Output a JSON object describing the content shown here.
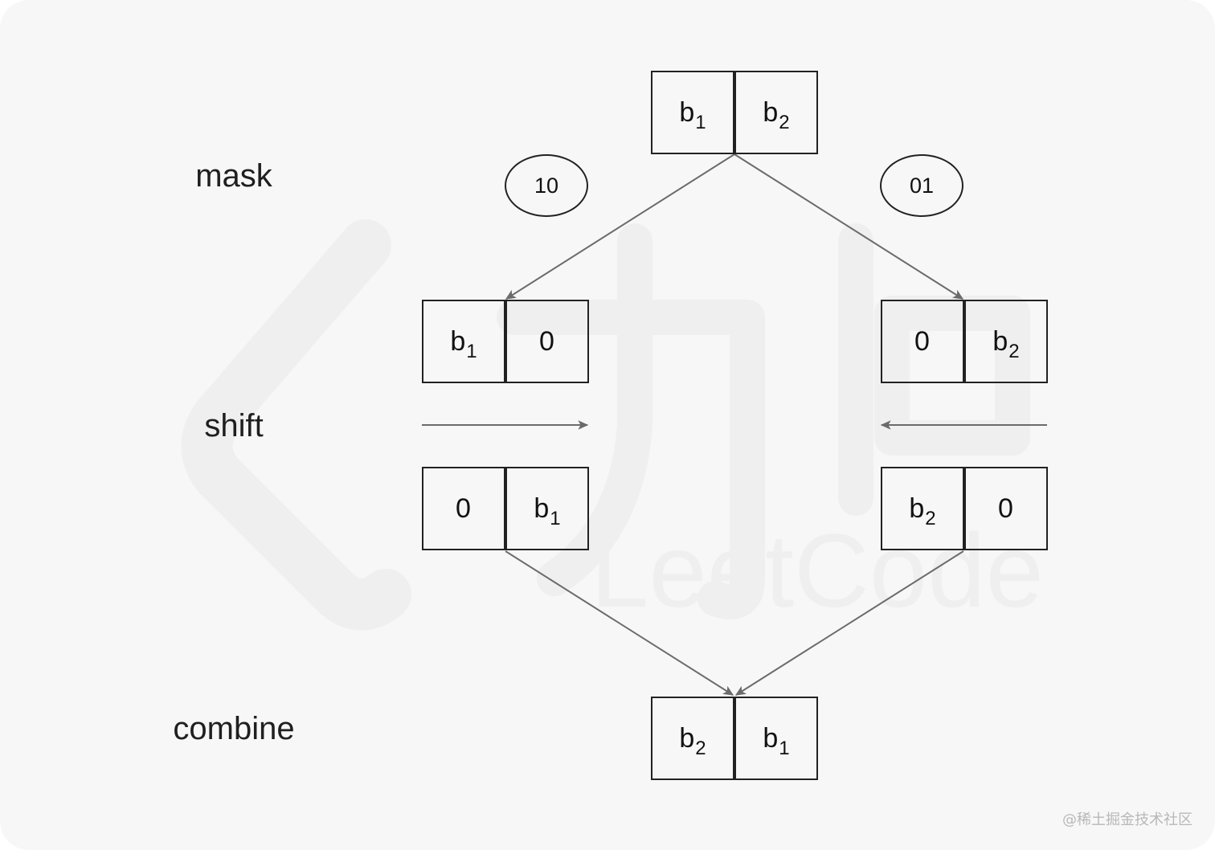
{
  "stages": {
    "mask": "mask",
    "shift": "shift",
    "combine": "combine"
  },
  "masks": {
    "left": "10",
    "right": "01"
  },
  "cells": {
    "top": [
      {
        "base": "b",
        "sub": "1"
      },
      {
        "base": "b",
        "sub": "2"
      }
    ],
    "mask_left": [
      {
        "base": "b",
        "sub": "1"
      },
      {
        "base": "0",
        "sub": ""
      }
    ],
    "mask_right": [
      {
        "base": "0",
        "sub": ""
      },
      {
        "base": "b",
        "sub": "2"
      }
    ],
    "shift_left": [
      {
        "base": "0",
        "sub": ""
      },
      {
        "base": "b",
        "sub": "1"
      }
    ],
    "shift_right": [
      {
        "base": "b",
        "sub": "2"
      },
      {
        "base": "0",
        "sub": ""
      }
    ],
    "result": [
      {
        "base": "b",
        "sub": "2"
      },
      {
        "base": "b",
        "sub": "1"
      }
    ]
  },
  "watermark": {
    "logo_text": "LeetCode"
  },
  "credit": "@稀土掘金技术社区",
  "colors": {
    "background": "#f7f7f7",
    "stroke": "#222222",
    "arrow": "#6b6b6b",
    "watermark": "#efefef"
  }
}
